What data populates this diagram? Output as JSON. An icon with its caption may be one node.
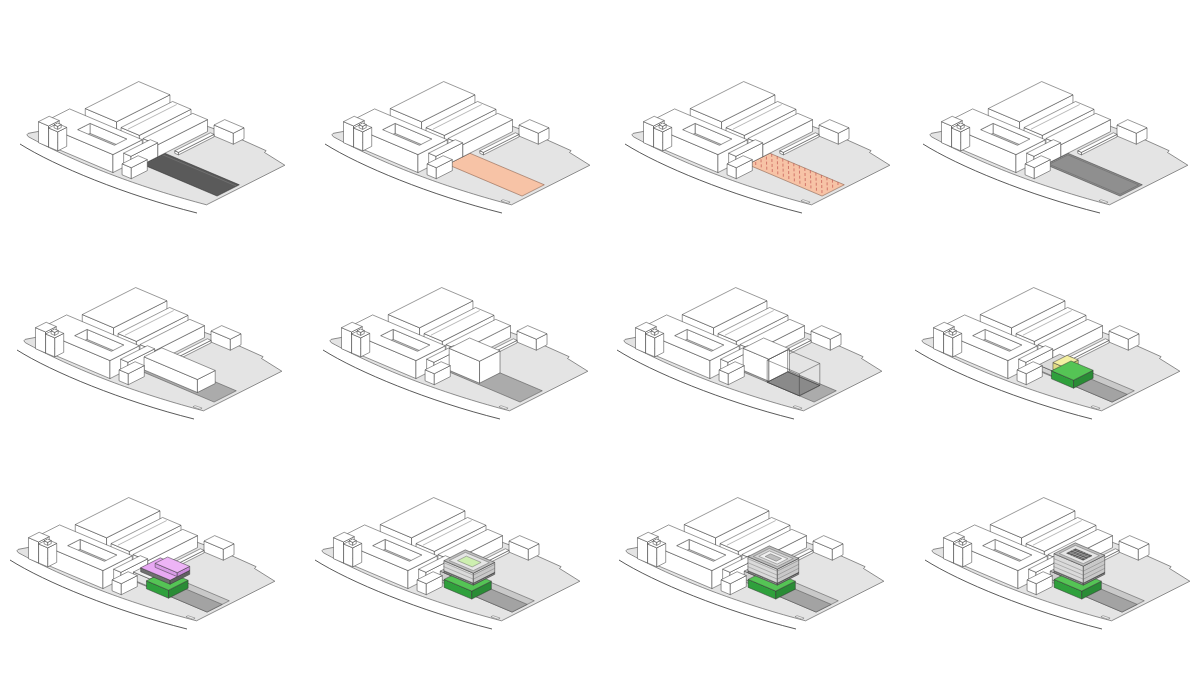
{
  "diagram": {
    "nodes": [
      {
        "text": [],
        "shape": "picture"
      },
      {
        "text": [],
        "shape": "picture"
      },
      {
        "text": [],
        "shape": "picture"
      },
      {
        "text": [],
        "shape": "picture"
      },
      {
        "text": [],
        "shape": "picture"
      },
      {
        "text": [],
        "shape": "picture"
      },
      {
        "text": [],
        "shape": "picture"
      },
      {
        "text": [],
        "shape": "picture"
      },
      {
        "text": [],
        "shape": "picture"
      },
      {
        "text": [],
        "shape": "picture"
      },
      {
        "text": [],
        "shape": "picture"
      },
      {
        "text": [],
        "shape": "picture"
      }
    ]
  }
}
